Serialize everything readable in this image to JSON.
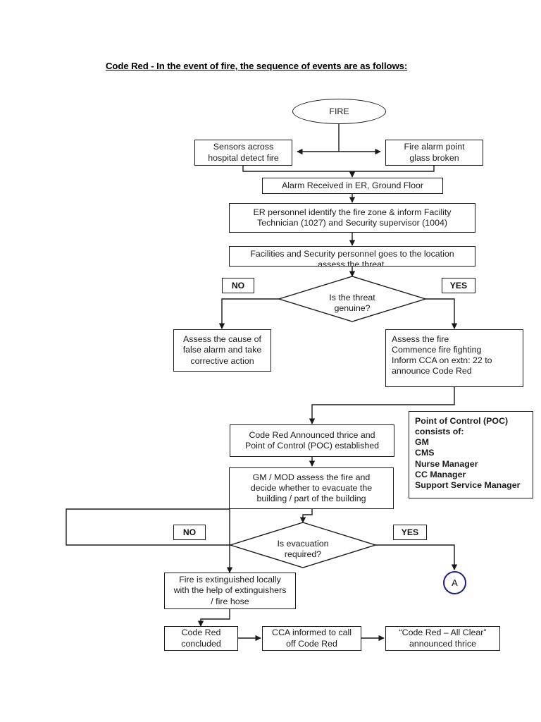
{
  "document": {
    "title": "Code Red - In the event of fire, the sequence of events are as follows:"
  },
  "colors": {
    "stroke": "#1a1a1a",
    "background": "#ffffff",
    "connector_accent": "#1c1c8c",
    "text": "#1a1a1a"
  },
  "flowchart": {
    "type": "flowchart",
    "nodes": {
      "start": {
        "label": "FIRE",
        "shape": "ellipse"
      },
      "sensors": {
        "line1": "Sensors across",
        "line2": "hospital detect fire",
        "shape": "process"
      },
      "glass": {
        "line1": "Fire alarm point",
        "line2": "glass broken",
        "shape": "process"
      },
      "alarm_received": {
        "label": "Alarm Received in ER, Ground Floor",
        "shape": "process"
      },
      "er_personnel": {
        "line1": "ER personnel identify the fire zone & inform Facility",
        "line2": "Technician (1027) and Security supervisor (1004)",
        "shape": "process"
      },
      "facilities": {
        "line1": "Facilities and Security personnel goes to the location",
        "line2": "assess the threat.",
        "shape": "process"
      },
      "threat_decision": {
        "line1": "Is the threat",
        "line2": "genuine?",
        "shape": "decision"
      },
      "false_alarm": {
        "line1": "Assess the cause of",
        "line2": "false alarm and take",
        "line3": "corrective action",
        "shape": "process"
      },
      "assess_fire": {
        "line1": "Assess the fire",
        "line2": "Commence fire fighting",
        "line3": "Inform CCA on extn: 22 to",
        "line4": "announce Code Red",
        "shape": "process"
      },
      "code_red_announced": {
        "line1": "Code Red Announced thrice and",
        "line2": "Point of Control (POC) established",
        "shape": "process"
      },
      "poc_note": {
        "line1": "Point of Control (POC)",
        "line2": "consists of:",
        "line3": "GM",
        "line4": "CMS",
        "line5": "Nurse Manager",
        "line6": "CC Manager",
        "line7": "Support Service Manager",
        "shape": "note"
      },
      "gm_mod": {
        "line1": "GM / MOD assess the fire and",
        "line2": "decide whether to evacuate the",
        "line3": "building / part of the building",
        "shape": "process"
      },
      "evacuation_decision": {
        "line1": "Is evacuation",
        "line2": "required?",
        "shape": "decision"
      },
      "extinguished": {
        "line1": "Fire is extinguished locally",
        "line2": "with the help of extinguishers",
        "line3": "/ fire hose",
        "shape": "process"
      },
      "code_red_concluded": {
        "line1": "Code Red",
        "line2": "concluded",
        "shape": "process"
      },
      "cca_informed": {
        "line1": "CCA informed to call",
        "line2": "off Code Red",
        "shape": "process"
      },
      "all_clear": {
        "line1": "“Code Red – All Clear”",
        "line2": "announced thrice",
        "shape": "process"
      },
      "offpage_a": {
        "label": "A",
        "shape": "connector"
      }
    },
    "branch_labels": {
      "threat_no": "NO",
      "threat_yes": "YES",
      "evacuation_no": "NO",
      "evacuation_yes": "YES"
    }
  }
}
